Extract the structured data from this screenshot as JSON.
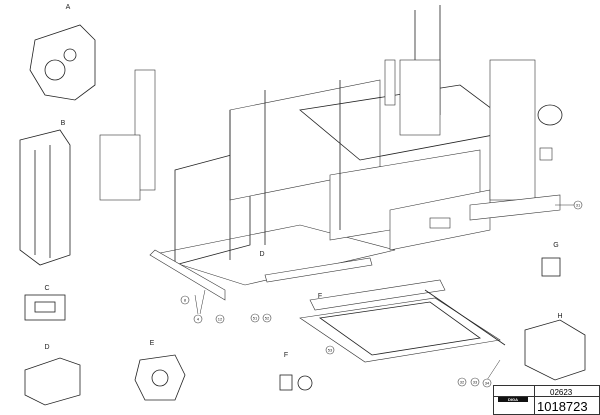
{
  "sections": [
    "A",
    "B",
    "C",
    "D",
    "E",
    "F",
    "G",
    "H"
  ],
  "callouts": [
    "4",
    "8",
    "12",
    "31",
    "32",
    "33",
    "34",
    "51",
    "52",
    "53",
    "D"
  ],
  "title_block": {
    "drawing_number": "02623",
    "part_number": "1018723",
    "logo_text": "DIGA"
  }
}
